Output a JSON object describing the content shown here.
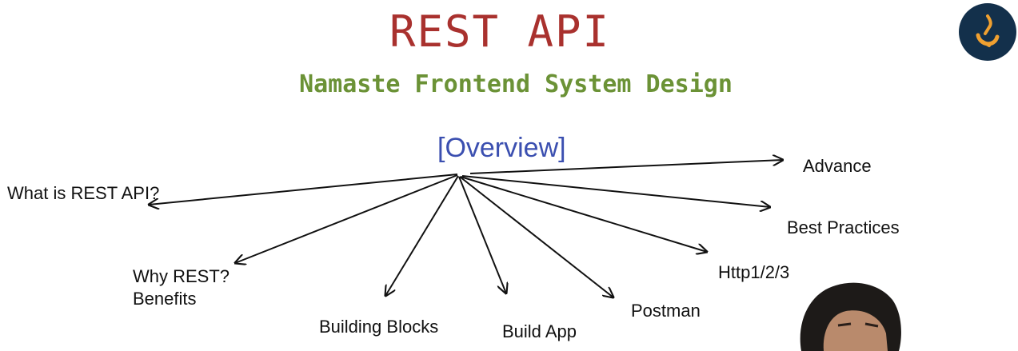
{
  "title": "REST API",
  "subtitle": "Namaste Frontend System Design",
  "center_label": "[Overview]",
  "nodes": {
    "what_is": "What is REST API?",
    "why_rest_line1": "Why REST?",
    "why_rest_line2": "Benefits",
    "building_blocks": "Building Blocks",
    "build_app": "Build App",
    "postman": "Postman",
    "http": "Http1/2/3",
    "best_practices": "Best Practices",
    "advance": "Advance"
  },
  "colors": {
    "title": "#a9312e",
    "subtitle": "#6b9236",
    "center_label": "#3b4fb0",
    "logo_bg": "#13304b",
    "logo_mark": "#f0a030"
  },
  "icons": {
    "logo": "namaste-dev-logo"
  }
}
